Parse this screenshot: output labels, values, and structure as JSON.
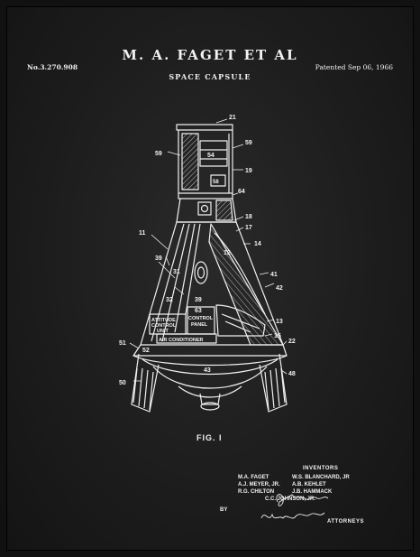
{
  "patent": {
    "number": "No.3.270.908",
    "title": "M. A. FAGET ET AL",
    "subtitle": "SPACE CAPSULE",
    "date": "Patented Sep 06, 1966",
    "figure_label": "FIG. I"
  },
  "labels": {
    "n21": "21",
    "n59a": "59",
    "n59b": "59",
    "n54": "54",
    "n19": "19",
    "n58": "58",
    "n64": "64",
    "n18": "18",
    "n17": "17",
    "n11": "11",
    "n39a": "39",
    "n14": "14",
    "n12": "12",
    "n31": "31",
    "n41": "41",
    "n32": "32",
    "n42": "42",
    "n39b": "39",
    "n63": "63",
    "n13": "13",
    "n15": "15",
    "n22": "22",
    "n51": "51",
    "n52": "52",
    "n50": "50",
    "n43": "43",
    "n48": "48"
  },
  "panels": {
    "attitude_1": "ATTITUDE",
    "attitude_2": "CONTROL",
    "attitude_3": "UNIT",
    "control_1": "CONTROL",
    "control_2": "PANEL",
    "air": "AIR CONDITIONER"
  },
  "inventors": {
    "heading": "INVENTORS",
    "names": [
      "M.A. FAGET",
      "W.S. BLANCHARD, JR",
      "A.J. MEYER, JR.",
      "A.B. KEHLET",
      "R.G. CHILTON",
      "J.B. HAMMACK",
      "C.C. JOHNSON, JR."
    ],
    "by": "BY",
    "attorneys": "ATTORNEYS"
  }
}
